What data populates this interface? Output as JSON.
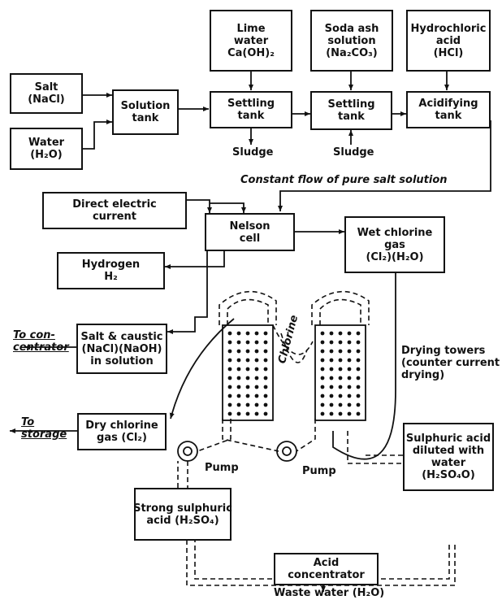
{
  "boxes": {
    "salt": [
      "Salt",
      "(NaCl)"
    ],
    "water": [
      "Water",
      "(H₂O)"
    ],
    "solution_tank": [
      "Solution",
      "tank"
    ],
    "lime_water": [
      "Lime",
      "water",
      "Ca(OH)₂"
    ],
    "settling_tank_1": [
      "Settling",
      "tank"
    ],
    "soda_ash": [
      "Soda ash",
      "solution",
      "(Na₂CO₃)"
    ],
    "settling_tank_2": [
      "Settling",
      "tank"
    ],
    "hydrochloric_acid": [
      "Hydrochloric",
      "acid",
      "(HCl)"
    ],
    "acidifying_tank": [
      "Acidifying",
      "tank"
    ],
    "direct_current": [
      "Direct electric",
      "current"
    ],
    "nelson_cell": [
      "Nelson",
      "cell"
    ],
    "wet_chlorine": [
      "Wet chlorine",
      "gas",
      "(Cl₂)(H₂O)"
    ],
    "hydrogen": [
      "Hydrogen",
      "H₂"
    ],
    "salt_caustic": [
      "Salt & caustic",
      "(NaCl)(NaOH)",
      "in solution"
    ],
    "dry_chlorine": [
      "Dry chlorine",
      "gas (Cl₂)"
    ],
    "sulphuric_diluted": [
      "Sulphuric acid",
      "diluted with",
      "water",
      "(H₂SO₄O)"
    ],
    "strong_sulphuric": [
      "Strong sulphuric",
      "acid (H₂SO₄)"
    ],
    "acid_concentrator": [
      "Acid",
      "concentrator"
    ]
  },
  "labels": {
    "sludge_1": "Sludge",
    "sludge_2": "Sludge",
    "constant_flow": "Constant flow of pure salt solution",
    "to_concentrator": [
      "To con-",
      "centrator"
    ],
    "to_storage": [
      "To",
      "storage"
    ],
    "drying_towers": [
      "Drying towers",
      "(counter current",
      "drying)"
    ],
    "chlorine": "Chlorine",
    "pump_1": "Pump",
    "pump_2": "Pump",
    "waste_water": "Waste water (H₂O)"
  }
}
